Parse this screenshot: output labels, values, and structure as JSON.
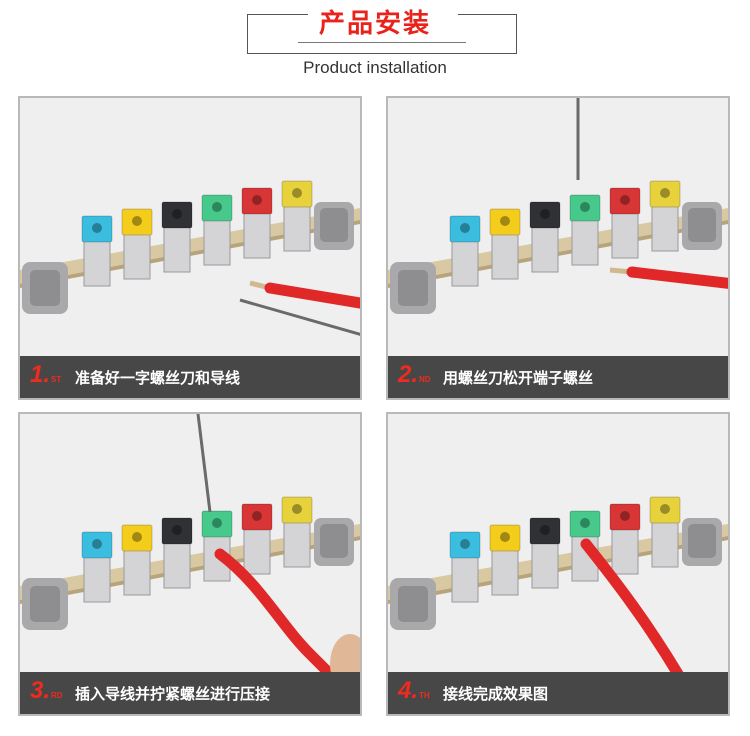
{
  "header": {
    "title": "产品安装",
    "subtitle": "Product installation"
  },
  "steps": [
    {
      "number": "1.",
      "ordinal": "ST",
      "text": "准备好一字螺丝刀和导线"
    },
    {
      "number": "2.",
      "ordinal": "ND",
      "text": "用螺丝刀松开端子螺丝"
    },
    {
      "number": "3.",
      "ordinal": "RD",
      "text": "插入导线并拧紧螺丝进行压接"
    },
    {
      "number": "4.",
      "ordinal": "TH",
      "text": "接线完成效果图"
    }
  ],
  "colors": {
    "title_red": "#e8231b",
    "caption_bg": "#474747",
    "block_colors": [
      "#3bbde0",
      "#f4cd1c",
      "#2f3135",
      "#46c98b",
      "#d83636",
      "#e7d23c"
    ],
    "wire": "#e02828"
  }
}
